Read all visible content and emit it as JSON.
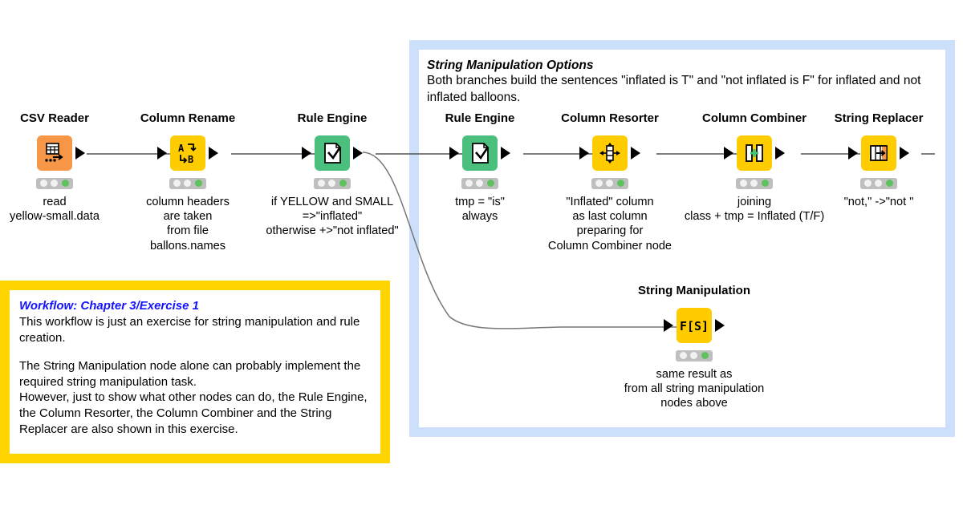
{
  "colors": {
    "group_panel": "#cce0fb",
    "note_border": "#ffd400",
    "note_title": "#1414ff",
    "node_yellow": "#ffcc00",
    "node_green": "#4bbf7d",
    "node_orange": "#f79646",
    "status_ok": "#5ec35e"
  },
  "group_panel": {
    "title": "String Manipulation Options",
    "description": "Both branches build the sentences \"inflated is T\" and \"not inflated is F\" for inflated and not inflated balloons."
  },
  "note": {
    "title": "Workflow: Chapter 3/Exercise 1",
    "para1": "This workflow is just an exercise for string manipulation and rule creation.",
    "para2": "The String Manipulation node alone can probably implement the required string manipulation task.",
    "para3": "However, just to show what other nodes can do, the Rule Engine, the Column Resorter, the Column Combiner and the String Replacer are also shown in this exercise."
  },
  "nodes": [
    {
      "id": "csv-reader",
      "title": "CSV Reader",
      "icon": "table-import-icon",
      "color": "orange",
      "description": "read\nyellow-small.data",
      "status": "executed"
    },
    {
      "id": "column-rename",
      "title": "Column Rename",
      "icon": "rename-ab-icon",
      "color": "yellow",
      "description": "column headers\nare taken\nfrom file\nballons.names",
      "status": "executed"
    },
    {
      "id": "rule-engine-1",
      "title": "Rule Engine",
      "icon": "checkbox-document-icon",
      "color": "green",
      "description": "if YELLOW and SMALL\n=>\"inflated\"\notherwise +>\"not inflated\"",
      "status": "executed"
    },
    {
      "id": "rule-engine-2",
      "title": "Rule Engine",
      "icon": "checkbox-document-icon",
      "color": "green",
      "description": "tmp = \"is\"\nalways",
      "status": "executed"
    },
    {
      "id": "column-resorter",
      "title": "Column Resorter",
      "icon": "move-columns-icon",
      "color": "yellow",
      "description": "\"Inflated\" column\nas last column\npreparing for\nColumn Combiner node",
      "status": "executed"
    },
    {
      "id": "column-combiner",
      "title": "Column Combiner",
      "icon": "combine-columns-icon",
      "color": "yellow",
      "description": "joining\nclass + tmp = Inflated (T/F)",
      "status": "executed"
    },
    {
      "id": "string-replacer",
      "title": "String Replacer",
      "icon": "replace-column-icon",
      "color": "yellow",
      "description": "\"not,\" ->\"not \"",
      "status": "executed"
    },
    {
      "id": "string-manipulation",
      "title": "String Manipulation",
      "icon": "fs-function-icon",
      "color": "yellow",
      "description": "same result as\nfrom all string manipulation\nnodes above",
      "status": "executed"
    }
  ]
}
